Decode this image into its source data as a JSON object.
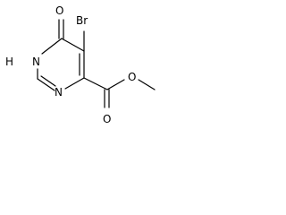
{
  "molecule": {
    "atoms": {
      "carbonyl_oxygen": "O",
      "bromine": "Br",
      "nh": "H",
      "ring_nitrogen_upper": "N",
      "ring_nitrogen_lower": "N",
      "ester_carbonyl_oxygen": "O",
      "ester_ether_oxygen": "O"
    }
  }
}
